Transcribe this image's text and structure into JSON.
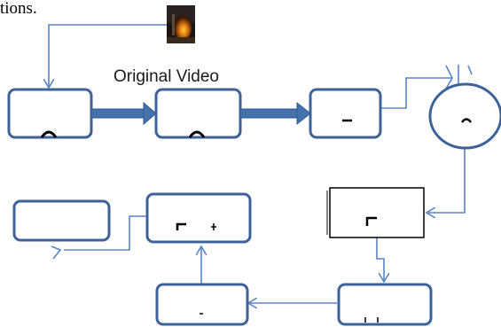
{
  "header": {
    "partial_text": "tions."
  },
  "thumbnail": {
    "icon": "video-frame-thumbnail"
  },
  "labels": {
    "original_video": "Original Video"
  },
  "colors": {
    "box_stroke": "#3d6199",
    "thin_arrow": "#5a84c8",
    "thick_arrow": "#4470ab"
  }
}
